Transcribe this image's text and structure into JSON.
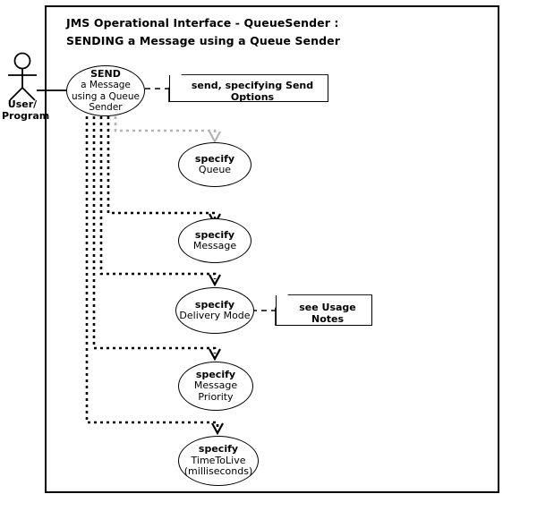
{
  "diagram": {
    "type": "uml-use-case-diagram",
    "title_line1": "JMS Operational Interface  -  QueueSender :",
    "title_line2": "SENDING a Message using a Queue Sender",
    "title": "JMS Operational Interface  -  QueueSender :\nSENDING a Message using a Queue Sender",
    "colors": {
      "stroke": "#000000",
      "background": "#ffffff",
      "dimmed_edge": "#b3b3b3"
    }
  },
  "actor": {
    "name": "user-program-actor",
    "label_line1": "User/",
    "label_line2": "Program",
    "label": "User/\nProgram"
  },
  "main_usecase": {
    "lines": [
      "SEND",
      "a Message",
      "using a Queue",
      "Sender"
    ],
    "line1": "SEND",
    "line2": "a Message",
    "line3": "using a Queue",
    "line4": "Sender"
  },
  "usecases": [
    {
      "id": "specify-queue",
      "line1": "specify",
      "line2": "Queue",
      "line3": ""
    },
    {
      "id": "specify-message",
      "line1": "specify",
      "line2": "Message",
      "line3": ""
    },
    {
      "id": "specify-delivery-mode",
      "line1": "specify",
      "line2": "Delivery Mode",
      "line3": ""
    },
    {
      "id": "specify-message-priority",
      "line1": "specify",
      "line2": "Message",
      "line3": "Priority"
    },
    {
      "id": "specify-timetolive",
      "line1": "specify",
      "line2": "TimeToLive",
      "line3": "(milliseconds)"
    }
  ],
  "notes": [
    {
      "id": "send-options-note",
      "text": "send, specifying Send Options"
    },
    {
      "id": "usage-notes-note",
      "text": "see Usage Notes"
    }
  ]
}
